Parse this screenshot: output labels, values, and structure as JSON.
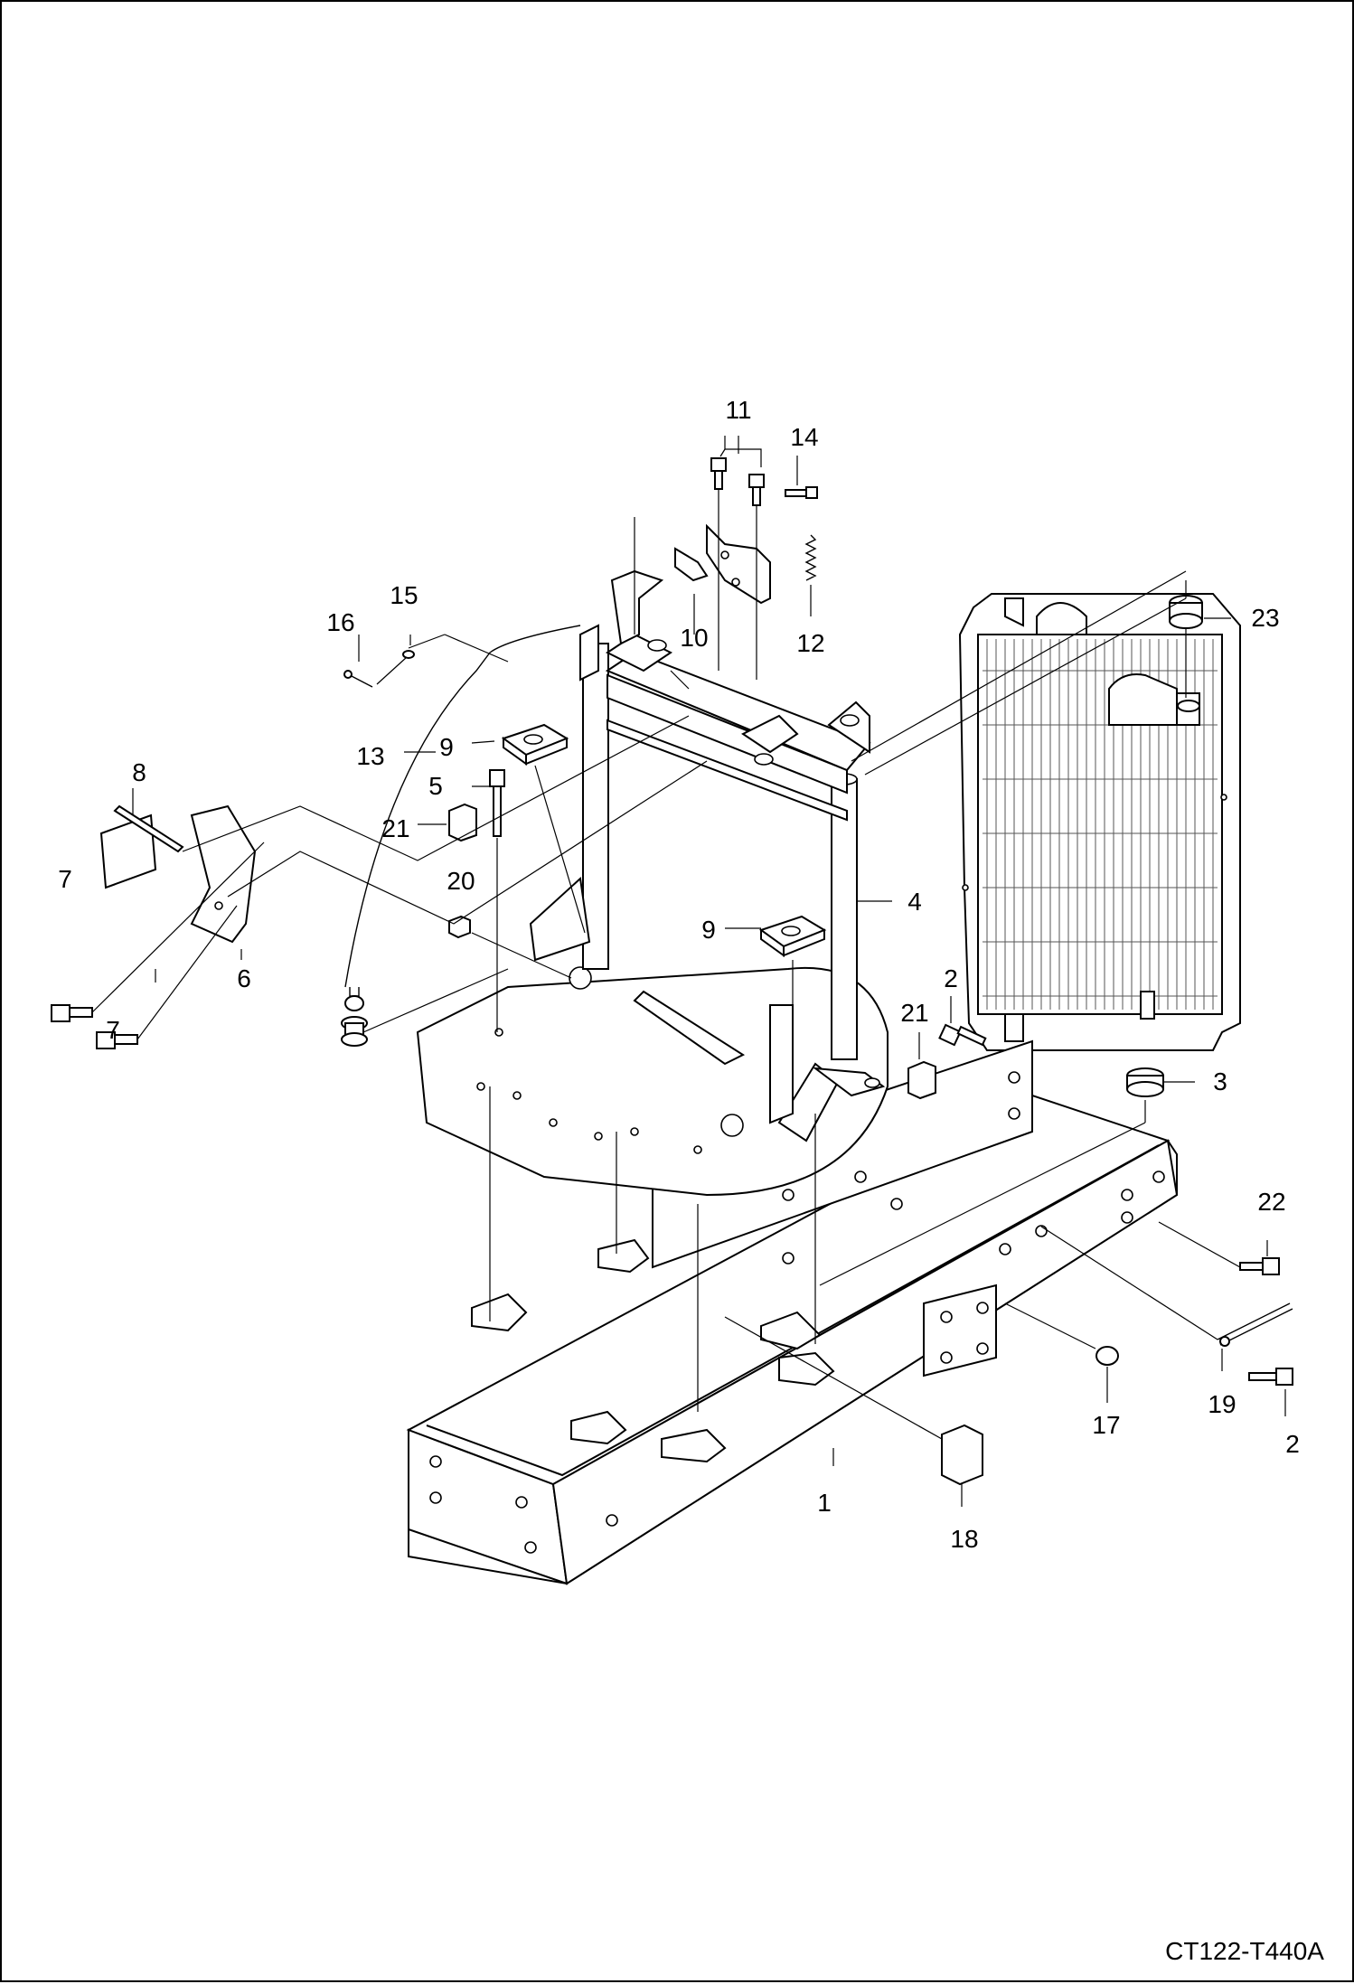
{
  "drawing": {
    "code": "CT122-T440A"
  },
  "callouts": {
    "c1": "1",
    "c2a": "2",
    "c2b": "2",
    "c3": "3",
    "c4": "4",
    "c5": "5",
    "c6": "6",
    "c7a": "7",
    "c7b": "7",
    "c8": "8",
    "c9a": "9",
    "c9b": "9",
    "c10": "10",
    "c11": "11",
    "c12": "12",
    "c13": "13",
    "c14": "14",
    "c15": "15",
    "c16": "16",
    "c17": "17",
    "c18": "18",
    "c19": "19",
    "c20": "20",
    "c21a": "21",
    "c21b": "21",
    "c22": "22",
    "c23": "23"
  }
}
